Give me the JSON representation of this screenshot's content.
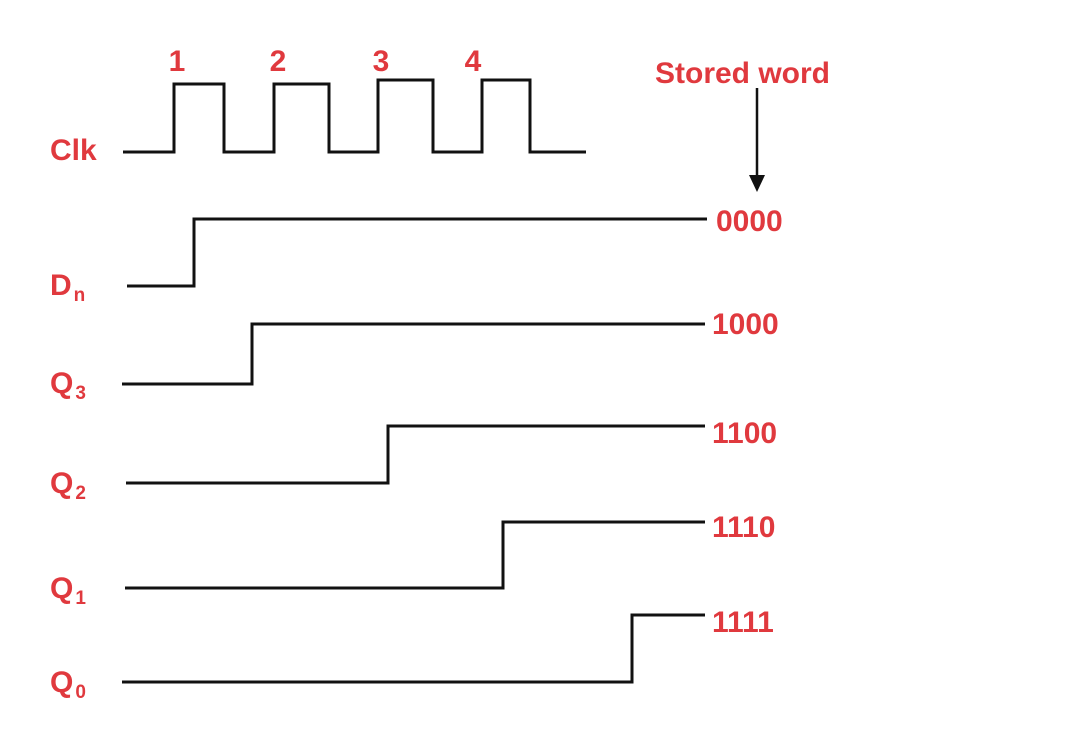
{
  "colors": {
    "label": "#e0393e",
    "wave": "#111111",
    "background": "#ffffff"
  },
  "clock": {
    "label": "Clk",
    "pulses": [
      "1",
      "2",
      "3",
      "4"
    ]
  },
  "stored_word_label": "Stored word",
  "signals": [
    {
      "id": "d",
      "base": "D",
      "subscript": "n",
      "word": "0000"
    },
    {
      "id": "q3",
      "base": "Q",
      "subscript": "3",
      "word": "1000"
    },
    {
      "id": "q2",
      "base": "Q",
      "subscript": "2",
      "word": "1100"
    },
    {
      "id": "q1",
      "base": "Q",
      "subscript": "1",
      "word": "1110"
    },
    {
      "id": "q0",
      "base": "Q",
      "subscript": "0",
      "word": "1111"
    }
  ]
}
